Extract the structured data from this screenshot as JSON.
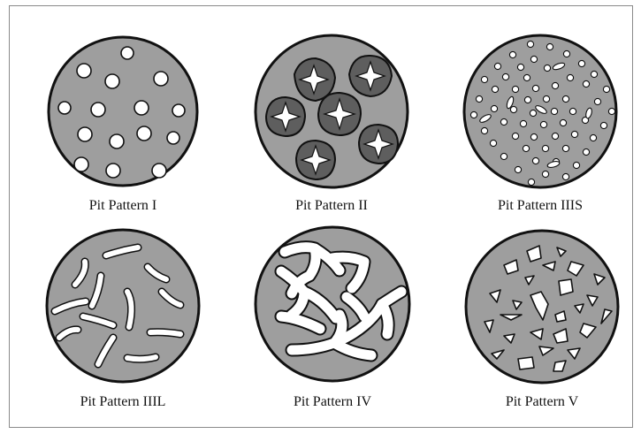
{
  "figure": {
    "panels": [
      {
        "label": "Pit Pattern I"
      },
      {
        "label": "Pit Pattern II"
      },
      {
        "label": "Pit Pattern IIIS"
      },
      {
        "label": "Pit Pattern IIIL"
      },
      {
        "label": "Pit Pattern IV"
      },
      {
        "label": "Pit Pattern V"
      }
    ]
  },
  "colors": {
    "disk_fill": "#9e9e9e",
    "pit_fill": "#ffffff",
    "outline": "#111111",
    "pit2_dark": "#5e5e5e"
  }
}
